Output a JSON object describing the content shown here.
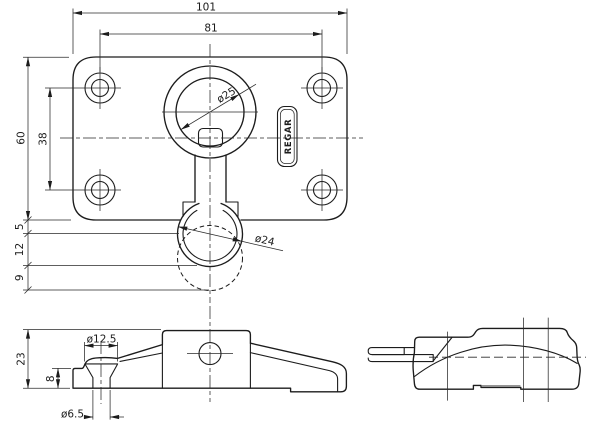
{
  "drawing": {
    "kind": "three-view engineering drawing of a sash-lock style fitting",
    "background": "#ffffff",
    "line_color": "#1c1c1c",
    "views": [
      "top-view",
      "front-view",
      "side-view"
    ]
  },
  "logo": {
    "text": "REGAR"
  },
  "dims": {
    "overall_width": "101",
    "hole_spacing_width": "81",
    "overall_height": "60",
    "hole_spacing_height": "38",
    "bore_dia": "ø25",
    "hook_dia": "ø24",
    "seg_5": "5",
    "seg_12": "12",
    "seg_9": "9",
    "front_height": "23",
    "step_height": "8",
    "csink_dia": "ø12.5",
    "hole_dia": "ø6.5"
  }
}
